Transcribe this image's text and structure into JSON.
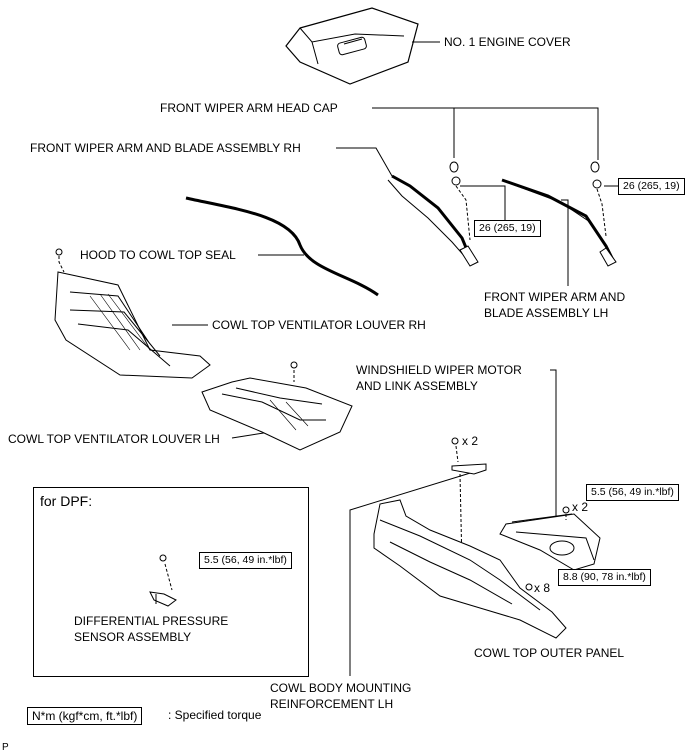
{
  "labels": {
    "engine_cover": "NO. 1 ENGINE COVER",
    "wiper_head_cap": "FRONT WIPER ARM HEAD CAP",
    "wiper_arm_rh": "FRONT WIPER ARM AND BLADE ASSEMBLY RH",
    "hood_seal": "HOOD TO COWL TOP SEAL",
    "louver_rh": "COWL TOP VENTILATOR LOUVER RH",
    "wiper_arm_lh_1": "FRONT WIPER ARM AND",
    "wiper_arm_lh_2": "BLADE ASSEMBLY LH",
    "wiper_motor_1": "WINDSHIELD WIPER MOTOR",
    "wiper_motor_2": "AND LINK ASSEMBLY",
    "louver_lh": "COWL TOP VENTILATOR LOUVER LH",
    "dpf_title": "for DPF:",
    "sensor_1": "DIFFERENTIAL PRESSURE",
    "sensor_2": "SENSOR ASSEMBLY",
    "outer_panel": "COWL TOP OUTER PANEL",
    "reinforcement_1": "COWL BODY MOUNTING",
    "reinforcement_2": "REINFORCEMENT LH",
    "corner_mark": "P"
  },
  "torques": {
    "lh_nut": "26 (265, 19)",
    "rh_nut": "26 (265, 19)",
    "motor_bolt": "5.5 (56, 49 in.*lbf)",
    "panel_bolt": "8.8 (90, 78 in.*lbf)",
    "sensor_bolt": "5.5 (56, 49 in.*lbf)"
  },
  "quantities": {
    "bracket_bolts": "x 2",
    "motor_bolts": "x 2",
    "panel_bolts": "x 8"
  },
  "legend": {
    "unit": "N*m (kgf*cm, ft.*lbf)",
    "description": ": Specified torque"
  }
}
